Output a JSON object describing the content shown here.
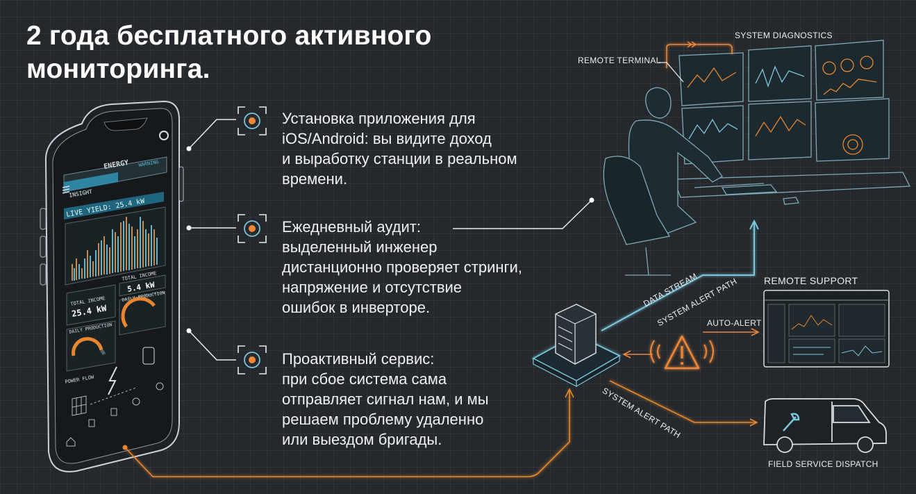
{
  "title": {
    "line1": "2 года бесплатного активного",
    "line2": "мониторинга."
  },
  "features": [
    {
      "icon": "target-icon",
      "lines": [
        "Установка приложения для",
        "iOS/Android: вы видите доход",
        "и выработку станции в реальном",
        "времени."
      ]
    },
    {
      "icon": "target-icon",
      "lines": [
        "Ежедневный аудит:",
        "выделенный инженер",
        "дистанционно проверяет стринги,",
        "напряжение и отсутствие",
        "ошибок в инверторе."
      ]
    },
    {
      "icon": "target-icon",
      "lines": [
        "Проактивный сервис:",
        "при сбое система сама",
        "отправляет сигнал нам, и мы",
        "решаем проблему удаленно",
        "или выездом бригады."
      ]
    }
  ],
  "labels": {
    "system_diagnostics": "SYSTEM DIAGNOSTICS",
    "remote_terminal": "REMOTE TERMINAL",
    "remote_support": "REMOTE SUPPORT",
    "auto_alert": "AUTO-ALERT",
    "data_stream": "DATA STREAM",
    "system_alert_path_1": "SYSTEM ALERT PATH",
    "system_alert_path_2": "SYSTEM ALERT PATH",
    "field_service_dispatch": "FIELD SERVICE DISPATCH"
  },
  "phone": {
    "app_name": "ENERGY",
    "tab_active": "INSIGHT",
    "tab_inactive": "WARNING",
    "live_yield": "LIVE YIELD: 25.4 kW",
    "total_income_label": "TOTAL INCOME",
    "total_income_value": "25.4 kW",
    "total_income_label_2": "TOTAL INCOME",
    "total_income_value_2": "5.4 kW",
    "daily_production": "DAILY PRODUCTION",
    "daily_production_2": "DAILY PRODUCTION",
    "power_flow": "POWER FLOW"
  },
  "colors": {
    "accent_orange": "#f0883a",
    "line_cyan": "#7cc6dc",
    "phone_screen": "#1b1f22",
    "background": "#25292d"
  }
}
